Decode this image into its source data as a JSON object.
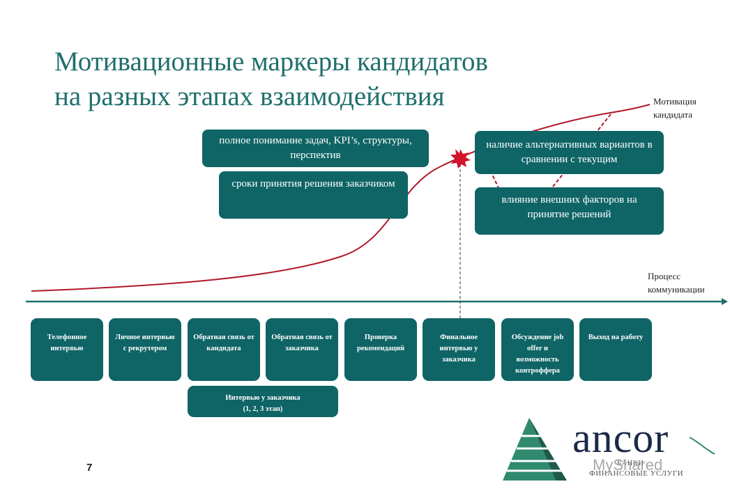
{
  "title": {
    "line1": "Мотивационные маркеры кандидатов",
    "line2": "на разных этапах взаимодействия"
  },
  "axis_labels": {
    "motivation_line1": "Мотивация",
    "motivation_line2": "кандидата",
    "process_line1": "Процесс",
    "process_line2": "коммуникации"
  },
  "markers": [
    {
      "text": "полное понимание задач, KPI’s, структуры, перспектив"
    },
    {
      "text": "сроки принятия решения заказчиком"
    },
    {
      "text": "наличие альтернативных вариантов в сравнении с текущим"
    },
    {
      "text": "влияние внешних факторов на принятие решений"
    }
  ],
  "stages": [
    {
      "text": "Телефонное интервью"
    },
    {
      "text": "Личное интервью с рекрутером"
    },
    {
      "text": "Обратная связь от кандидата"
    },
    {
      "text": "Обратная связь от заказчика"
    },
    {
      "text": "Проверка рекомендаций"
    },
    {
      "text": "Финальное интервью у заказчика"
    },
    {
      "text": "Обсуждение job offer и возможность контроффера"
    },
    {
      "text": "Выход на работу"
    }
  ],
  "sub_stage": {
    "line1": "Интервью у заказчика",
    "line2": "(1, 2, 3 этап)"
  },
  "page_number": "7",
  "logo": {
    "word": "ancor",
    "subtitle_top": "БАНКИ",
    "subtitle": "ФИНАНСОВЫЕ УСЛУГИ"
  },
  "watermark": "MyShared",
  "colors": {
    "box": "#0f6466",
    "title": "#1f6f6c",
    "curve": "#b0182a",
    "axis": "#1f6f6c"
  }
}
